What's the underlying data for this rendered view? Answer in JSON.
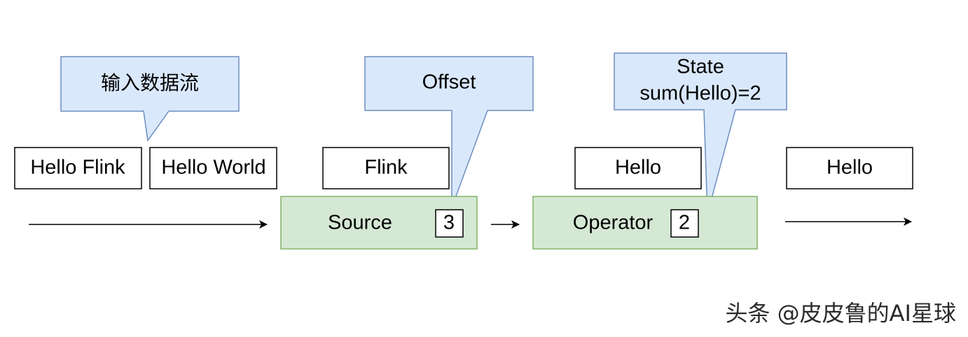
{
  "callouts": {
    "input": "输入数据流",
    "offset": "Offset",
    "state_line1": "State",
    "state_line2": "sum(Hello)=2"
  },
  "records": {
    "hello_flink": "Hello Flink",
    "hello_world": "Hello World",
    "flink": "Flink",
    "hello_mid": "Hello",
    "hello_out": "Hello"
  },
  "operators": {
    "source": {
      "label": "Source",
      "counter": "3"
    },
    "operator": {
      "label": "Operator",
      "counter": "2"
    }
  },
  "watermark": "头条 @皮皮鲁的AI星球",
  "colors": {
    "callout_fill": "#dae8fc",
    "callout_stroke": "#6c8ebf",
    "operator_fill": "#d5e8d4",
    "operator_stroke": "#82b366"
  }
}
